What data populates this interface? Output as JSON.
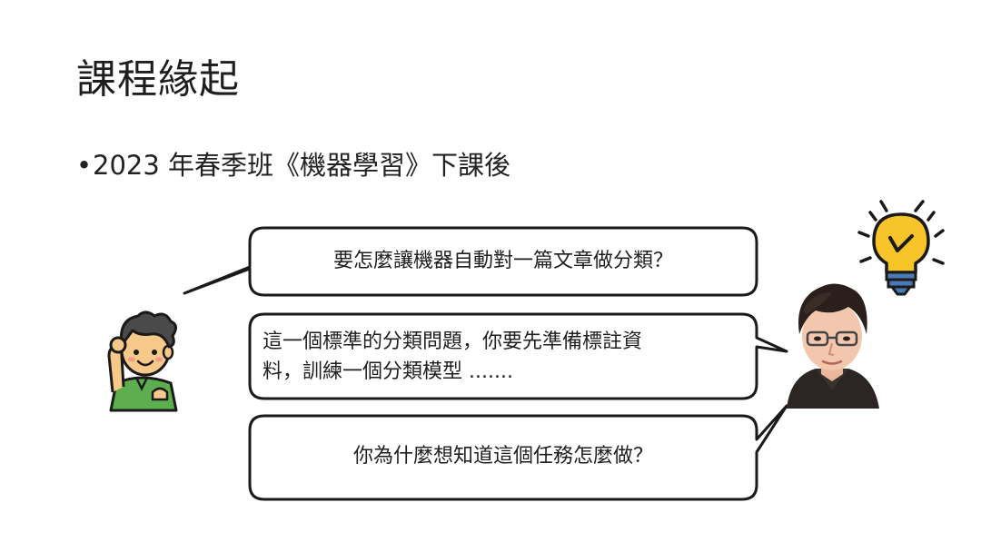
{
  "slide": {
    "title": "課程緣起",
    "bullet_marker": "•",
    "bullet_text": "2023 年春季班《機器學習》下課後"
  },
  "dialogue": {
    "bubble_1": "要怎麼讓機器自動對一篇文章做分類？",
    "bubble_2_line_1": "這一個標準的分類問題，你要先準備標註資",
    "bubble_2_line_2": "料，訓練一個分類模型 .......",
    "bubble_3": "你為什麼想知道這個任務怎麼做？"
  },
  "illustrations": {
    "left_character": "student-avatar",
    "right_character": "teacher-avatar",
    "idea": "lightbulb-icon"
  },
  "colors": {
    "bubble_stroke": "#1a1a1a",
    "student_shirt": "#5dae4f",
    "student_hair": "#4a4a4a",
    "skin": "#f6c98a",
    "bulb": "#f7c429",
    "bulb_base": "#4a7ab5"
  }
}
